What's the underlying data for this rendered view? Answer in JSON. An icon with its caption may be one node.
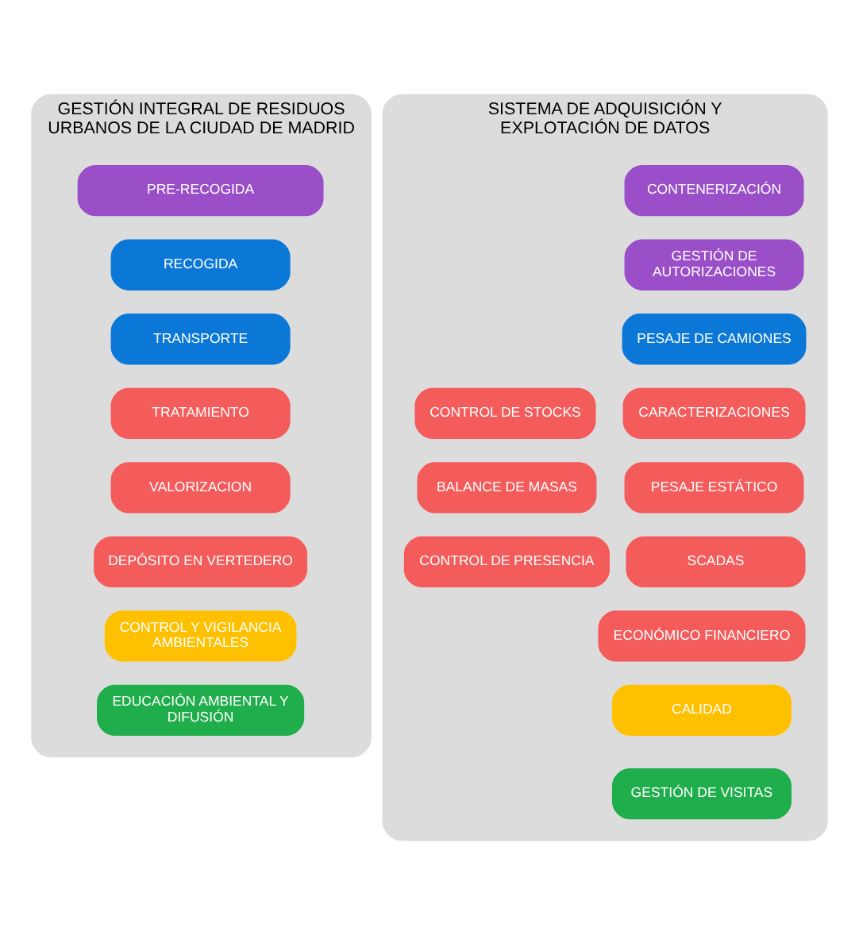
{
  "diagram": {
    "nodes": [
      {
        "text": [
          "GESTIÓN INTEGRAL DE RESIDUOS URBANOS DE LA CIUDAD DE MADRID"
        ]
      },
      {
        "text": [
          "PRE-RECOGIDA"
        ],
        "in": 0
      },
      {
        "text": [
          "RECOGIDA"
        ],
        "in": 0
      },
      {
        "text": [
          "TRANSPORTE"
        ],
        "in": 0
      },
      {
        "text": [
          "TRATAMIENTO"
        ],
        "in": 0
      },
      {
        "text": [
          "VALORIZACION"
        ],
        "in": 0
      },
      {
        "text": [
          "DEPÓSITO EN VERTEDERO"
        ],
        "in": 0
      },
      {
        "text": [
          "CONTROL Y VIGILANCIA AMBIENTALES"
        ],
        "in": 0
      },
      {
        "text": [
          "EDUCACIÓN AMBIENTAL Y DIFUSIÓN"
        ],
        "in": 0
      },
      {
        "text": [
          "SISTEMA DE ADQUISICIÓN Y EXPLOTACIÓN DE DATOS"
        ]
      },
      {
        "text": [
          "CONTENERIZACIÓN"
        ],
        "in": 9
      },
      {
        "text": [
          "GESTIÓN DE AUTORIZACIONES"
        ],
        "in": 9
      },
      {
        "text": [
          "PESAJE DE CAMIONES"
        ],
        "in": 9
      },
      {
        "text": [
          "CARACTERIZACIONES"
        ],
        "in": 9
      },
      {
        "text": [
          "CONTROL DE STOCKS"
        ],
        "in": 9
      },
      {
        "text": [
          "PESAJE ESTÁTICO"
        ],
        "in": 9
      },
      {
        "text": [
          "BALANCE DE MASAS"
        ],
        "in": 9
      },
      {
        "text": [
          "SCADAS"
        ],
        "in": 9
      },
      {
        "text": [
          "CONTROL DE PRESENCIA"
        ],
        "in": 9
      },
      {
        "text": [
          "ECONÓMICO FINANCIERO"
        ],
        "in": 9
      },
      {
        "text": [
          "CALIDAD"
        ],
        "in": 9
      },
      {
        "text": [
          "GESTIÓN DE VISITAS"
        ],
        "in": 9
      }
    ],
    "edges": []
  }
}
